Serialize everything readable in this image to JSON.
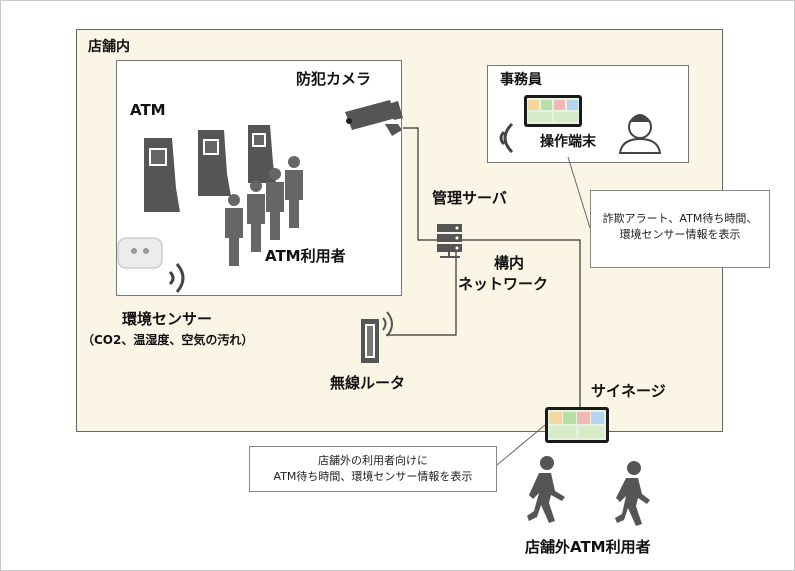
{
  "labels": {
    "store_inside": "店舗内",
    "atm": "ATM",
    "camera": "防犯カメラ",
    "atm_users": "ATM利用者",
    "staff": "事務員",
    "terminal": "操作端末",
    "server": "管理サーバ",
    "lan_line1": "構内",
    "lan_line2": "ネットワーク",
    "env_sensor": "環境センサー",
    "env_sensor_detail": "（CO2、温湿度、空気の汚れ）",
    "router": "無線ルータ",
    "signage": "サイネージ",
    "outside_users": "店舗外ATM利用者"
  },
  "callouts": {
    "terminal_line1": "詐欺アラート、ATM待ち時間、",
    "terminal_line2": "環境センサー情報を表示",
    "signage_line1": "店舗外の利用者向けに",
    "signage_line2": "ATM待ち時間、環境センサー情報を表示"
  },
  "colors": {
    "store_bg": "#fbf5e6",
    "icon_gray": "#555555",
    "line": "#333333"
  },
  "icons": {
    "atm": "atm-machine-icon",
    "people": "person-queue-icon",
    "camera": "security-camera-icon",
    "server": "server-icon",
    "router": "wifi-router-icon",
    "sensor": "environment-sensor-icon",
    "staff": "staff-person-icon",
    "display": "dashboard-display-icon",
    "walker": "walking-person-icon"
  }
}
